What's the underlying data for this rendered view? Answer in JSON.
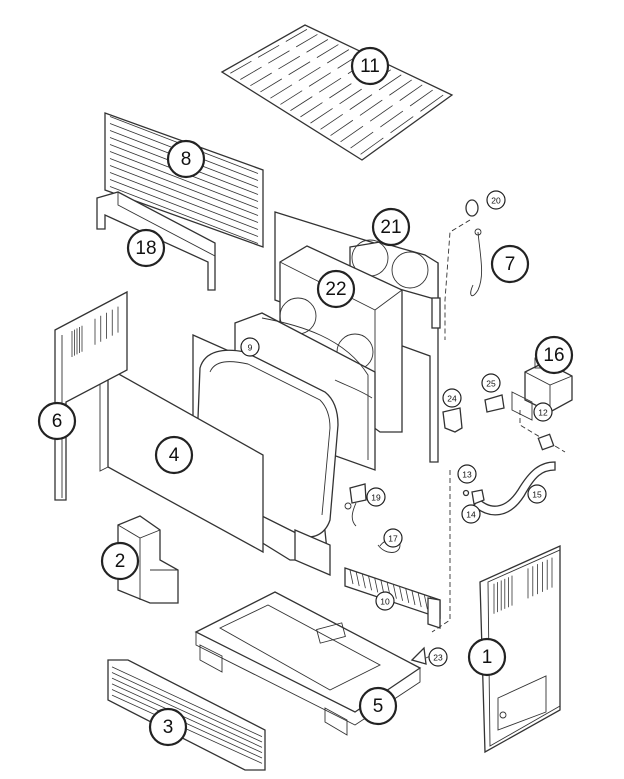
{
  "callouts": [
    {
      "id": "c1",
      "label": "1"
    },
    {
      "id": "c2",
      "label": "2"
    },
    {
      "id": "c3",
      "label": "3"
    },
    {
      "id": "c4",
      "label": "4"
    },
    {
      "id": "c5",
      "label": "5"
    },
    {
      "id": "c6",
      "label": "6"
    },
    {
      "id": "c7",
      "label": "7"
    },
    {
      "id": "c8",
      "label": "8"
    },
    {
      "id": "c9",
      "label": "9"
    },
    {
      "id": "c10",
      "label": "10"
    },
    {
      "id": "c11",
      "label": "11"
    },
    {
      "id": "c12",
      "label": "12"
    },
    {
      "id": "c13",
      "label": "13"
    },
    {
      "id": "c14",
      "label": "14"
    },
    {
      "id": "c15",
      "label": "15"
    },
    {
      "id": "c16",
      "label": "16"
    },
    {
      "id": "c17",
      "label": "17"
    },
    {
      "id": "c18",
      "label": "18"
    },
    {
      "id": "c19",
      "label": "19"
    },
    {
      "id": "c20",
      "label": "20"
    },
    {
      "id": "c21",
      "label": "21"
    },
    {
      "id": "c22",
      "label": "22"
    },
    {
      "id": "c23",
      "label": "23"
    },
    {
      "id": "c24",
      "label": "24"
    },
    {
      "id": "c25",
      "label": "25"
    }
  ],
  "colors": {
    "line": "#333333",
    "background": "#ffffff"
  }
}
